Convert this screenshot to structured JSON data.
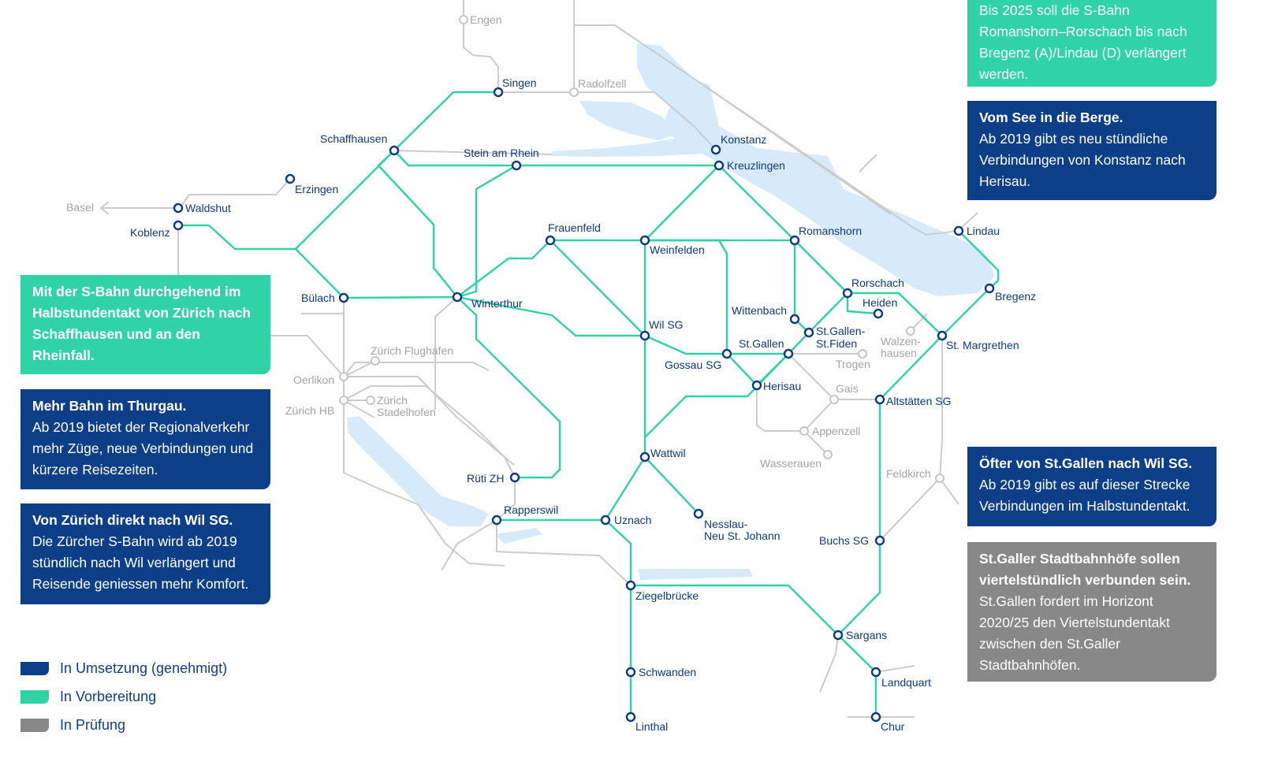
{
  "colors": {
    "implementation": "#0d3f88",
    "preparation": "#2fd3a5",
    "review": "#888888",
    "station_stroke": "#0d3a7e",
    "lake": "#d6eaf9"
  },
  "stations": {
    "engen": "Engen",
    "singen": "Singen",
    "radolfzell": "Radolfzell",
    "schaffhausen": "Schaffhausen",
    "stein_am_rhein": "Stein am Rhein",
    "konstanz": "Konstanz",
    "kreuzlingen": "Kreuzlingen",
    "erzingen": "Erzingen",
    "basel": "Basel",
    "waldshut": "Waldshut",
    "koblenz": "Koblenz",
    "frauenfeld": "Frauenfeld",
    "weinfelden": "Weinfelden",
    "romanshorn": "Romanshorn",
    "lindau": "Lindau",
    "bregenz": "Bregenz",
    "rorschach": "Rorschach",
    "heiden": "Heiden",
    "wittenbach": "Wittenbach",
    "st_gallen_st_fiden_1": "St.Gallen-",
    "st_gallen_st_fiden_2": "St.Fiden",
    "walzenhausen_1": "Walzen-",
    "walzenhausen_2": "hausen",
    "st_margrethen": "St. Margrethen",
    "buelach": "Bülach",
    "winterthur": "Winterthur",
    "zuerich_flughafen": "Zürich Flughafen",
    "wil_sg": "Wil SG",
    "st_gallen": "St.Gallen",
    "gossau_sg": "Gossau SG",
    "trogen": "Trogen",
    "oerlikon": "Oerlikon",
    "zuerich_hb": "Zürich HB",
    "zuerich_stadelhofen_1": "Zürich",
    "zuerich_stadelhofen_2": "Stadelhofen",
    "herisau": "Herisau",
    "gais": "Gais",
    "altstaetten_sg": "Altstätten SG",
    "appenzell": "Appenzell",
    "wasserauen": "Wasserauen",
    "wattwil": "Wattwil",
    "rueti_zh": "Rüti ZH",
    "feldkirch": "Feldkirch",
    "rapperswil": "Rapperswil",
    "uznach": "Uznach",
    "nesslau_1": "Nesslau-",
    "nesslau_2": "Neu St. Johann",
    "buchs_sg": "Buchs SG",
    "ziegelbruecke": "Ziegelbrücke",
    "sargans": "Sargans",
    "schwanden": "Schwanden",
    "landquart": "Landquart",
    "linthal": "Linthal",
    "chur": "Chur"
  },
  "info_boxes": {
    "bregenz": {
      "text": "Bis 2025 soll die S-Bahn Romanshorn–Rorschach bis nach Bregenz (A)/Lindau (D) verlängert werden."
    },
    "see_berge": {
      "heading": "Vom See in die Berge.",
      "text": "Ab 2019 gibt es neu stündliche Verbindungen von Konstanz nach Herisau."
    },
    "schaffhausen": {
      "heading": "Mit der S-Bahn durchgehend im Halbstundentakt von Zürich nach Schaffhausen und an den Rheinfall."
    },
    "thurgau": {
      "heading": "Mehr Bahn im Thurgau.",
      "text": "Ab 2019 bietet der Regionalverkehr mehr Züge, neue Verbindungen und kürzere Reisezeiten."
    },
    "zuerich_wil": {
      "heading": "Von Zürich direkt nach Wil SG.",
      "text": "Die Zürcher S-Bahn wird ab 2019 stündlich nach Wil verlängert und Reisende geniessen mehr Komfort."
    },
    "stgallen_wil": {
      "heading": "Öfter von St.Gallen nach Wil SG.",
      "text": "Ab 2019 gibt es auf dieser Strecke Verbindungen im Halbstundentakt."
    },
    "stadtbahnhoefe": {
      "heading": "St.Galler Stadtbahnhöfe sollen viertelstündlich verbunden sein.",
      "text": "St.Gallen fordert im Horizont 2020/25 den Viertelstundentakt zwischen den St.Galler Stadtbahnhöfen."
    }
  },
  "legend": {
    "implementation": "In Umsetzung (genehmigt)",
    "preparation": "In Vorbereitung",
    "review": "In Prüfung"
  }
}
